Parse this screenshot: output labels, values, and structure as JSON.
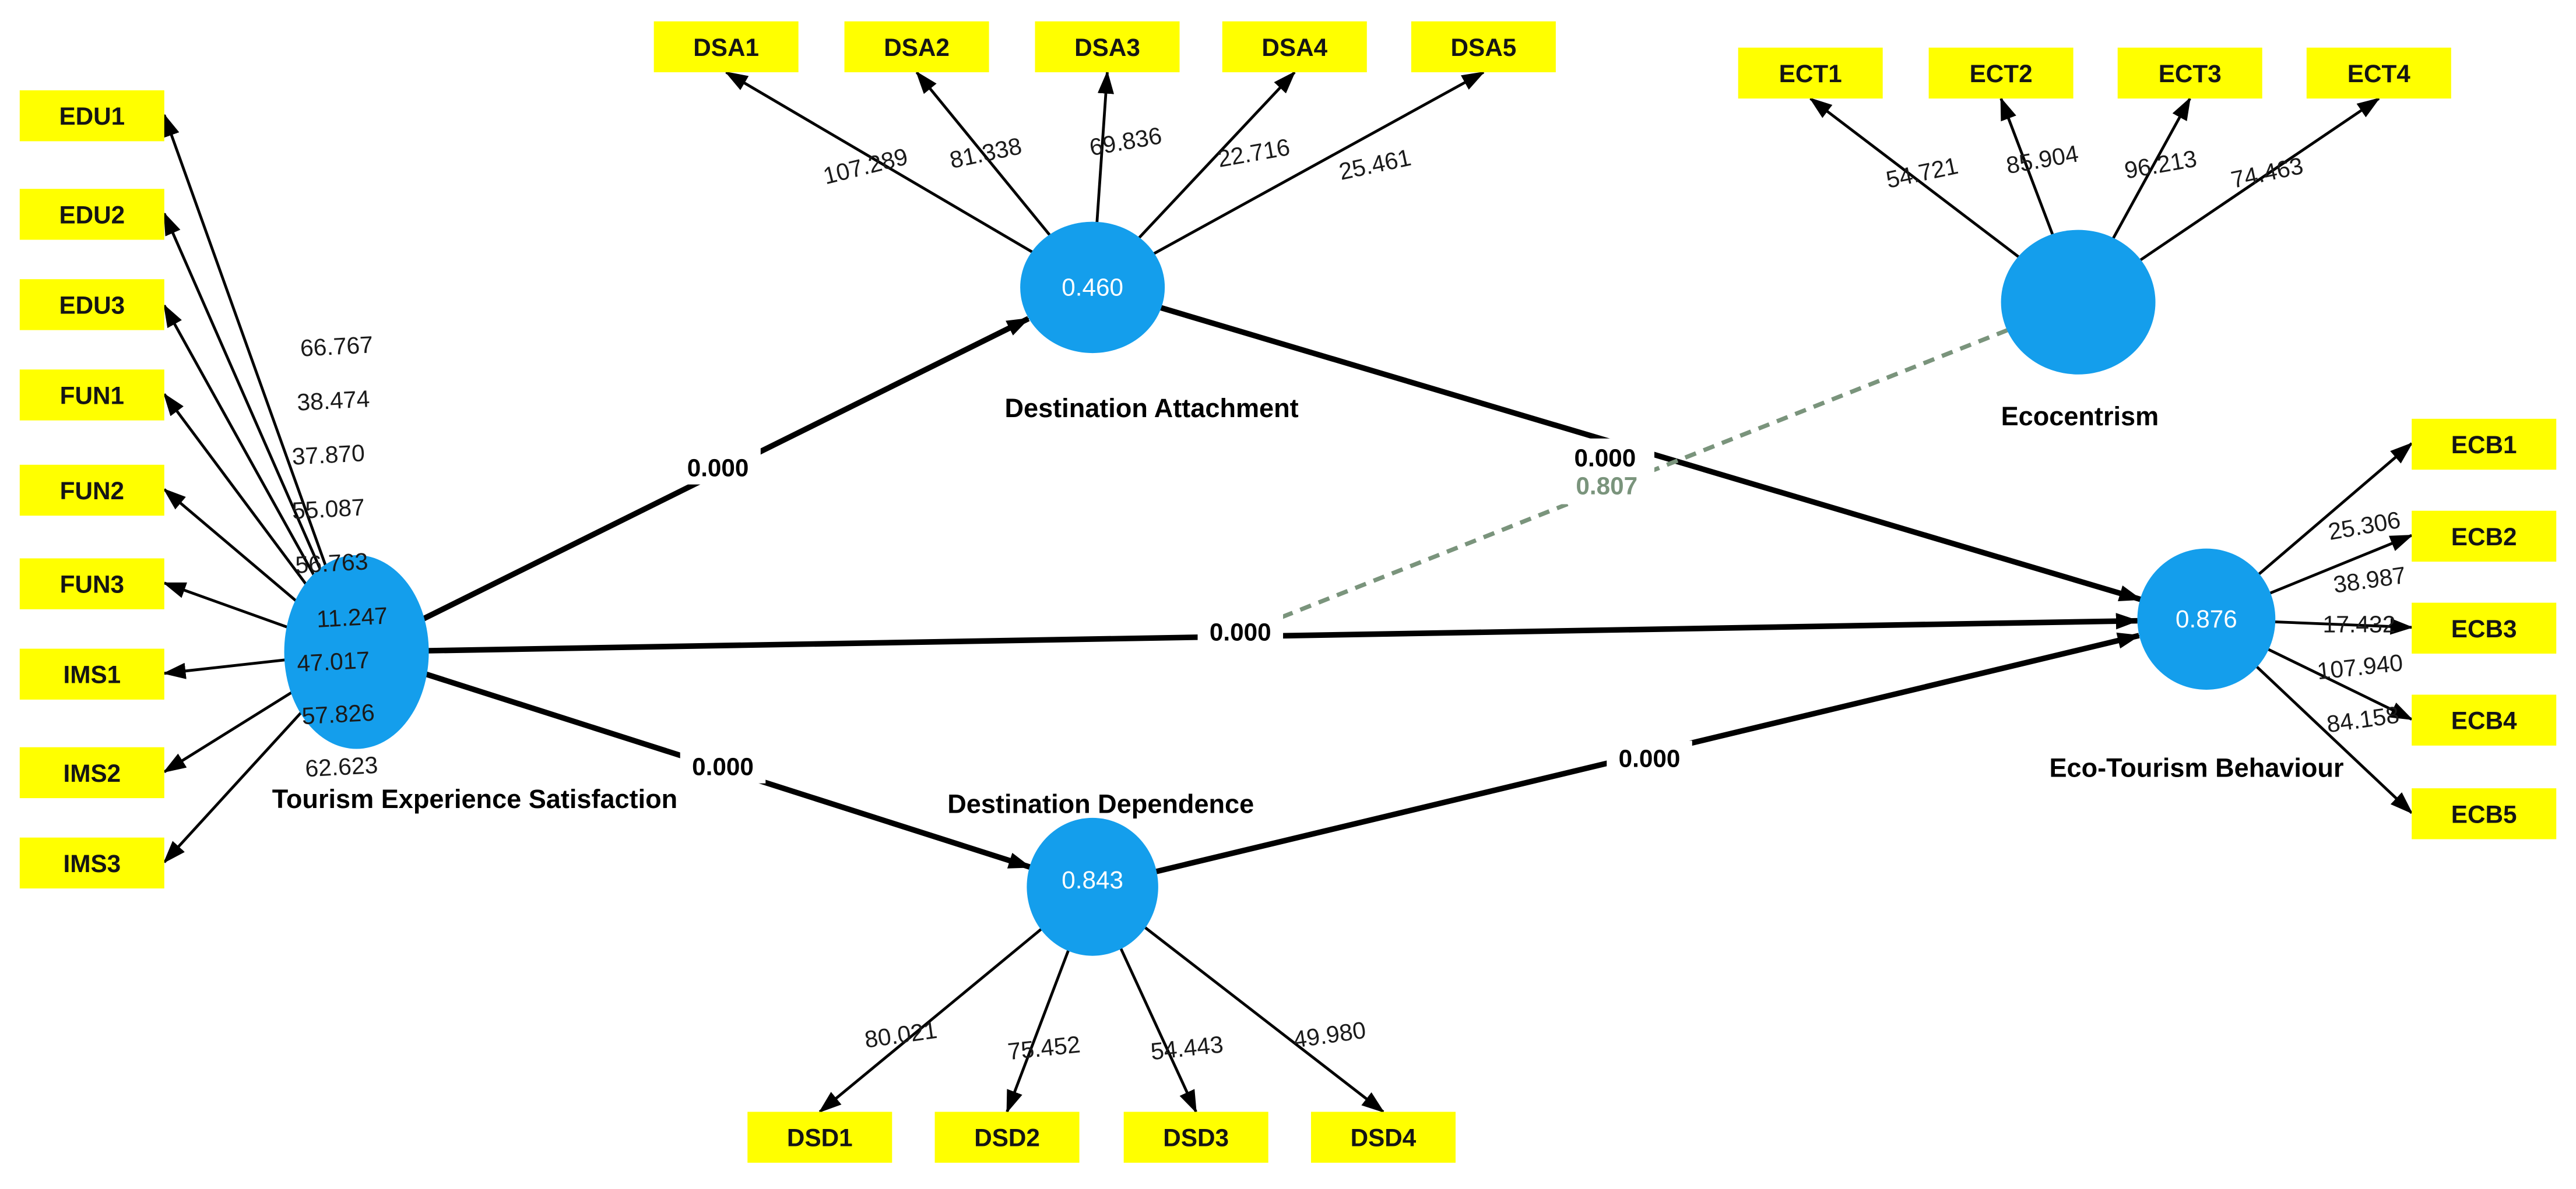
{
  "diagram": {
    "type": "structural-equation-model-bootstrapping",
    "colors": {
      "latent": "#149EEC",
      "indicator": "#FFFF00",
      "path": "#000000",
      "moderation": "#7A947C",
      "background": "#FFFFFF"
    },
    "latents": {
      "tes": {
        "label": "Tourism Experience Satisfaction",
        "indicators": [
          {
            "label": "EDU1",
            "loading": "66.767"
          },
          {
            "label": "EDU2",
            "loading": "38.474"
          },
          {
            "label": "EDU3",
            "loading": "37.870"
          },
          {
            "label": "FUN1",
            "loading": "55.087"
          },
          {
            "label": "FUN2",
            "loading": "56.763"
          },
          {
            "label": "FUN3",
            "loading": "11.247"
          },
          {
            "label": "IMS1",
            "loading": "47.017"
          },
          {
            "label": "IMS2",
            "loading": "57.826"
          },
          {
            "label": "IMS3",
            "loading": "62.623"
          }
        ]
      },
      "da": {
        "label": "Destination Attachment",
        "r2": "0.460",
        "indicators": [
          {
            "label": "DSA1",
            "loading": "107.289"
          },
          {
            "label": "DSA2",
            "loading": "81.338"
          },
          {
            "label": "DSA3",
            "loading": "69.836"
          },
          {
            "label": "DSA4",
            "loading": "22.716"
          },
          {
            "label": "DSA5",
            "loading": "25.461"
          }
        ]
      },
      "dd": {
        "label": "Destination Dependence",
        "r2": "0.843",
        "indicators": [
          {
            "label": "DSD1",
            "loading": "80.021"
          },
          {
            "label": "DSD2",
            "loading": "75.452"
          },
          {
            "label": "DSD3",
            "loading": "54.443"
          },
          {
            "label": "DSD4",
            "loading": "49.980"
          }
        ]
      },
      "eco": {
        "label": "Ecocentrism",
        "indicators": [
          {
            "label": "ECT1",
            "loading": "54.721"
          },
          {
            "label": "ECT2",
            "loading": "85.904"
          },
          {
            "label": "ECT3",
            "loading": "96.213"
          },
          {
            "label": "ECT4",
            "loading": "74.463"
          }
        ]
      },
      "etb": {
        "label": "Eco-Tourism Behaviour",
        "r2": "0.876",
        "indicators": [
          {
            "label": "ECB1",
            "loading": "25.306"
          },
          {
            "label": "ECB2",
            "loading": "38.987"
          },
          {
            "label": "ECB3",
            "loading": "17.432"
          },
          {
            "label": "ECB4",
            "loading": "107.940"
          },
          {
            "label": "ECB5",
            "loading": "84.158"
          }
        ]
      }
    },
    "paths": {
      "tes_da": {
        "label": "0.000"
      },
      "tes_etb": {
        "label": "0.000"
      },
      "tes_dd": {
        "label": "0.000"
      },
      "da_etb": {
        "label": "0.000"
      },
      "dd_etb": {
        "label": "0.000"
      },
      "eco_moderation": {
        "label": "0.807"
      }
    }
  }
}
